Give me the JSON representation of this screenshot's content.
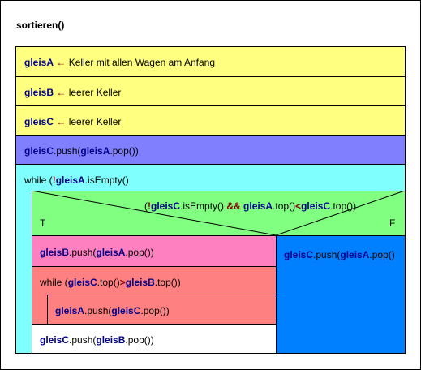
{
  "title": "sortieren()",
  "colors": {
    "yellow": "#ffff80",
    "blue": "#8080ff",
    "cyan": "#80ffff",
    "green": "#80ff80",
    "pink": "#ff80c0",
    "red": "#ff8080",
    "white": "#ffffff",
    "darkblue": "#0080ff",
    "var_text": "#00008b",
    "operator_text": "#8b0000"
  },
  "row1": {
    "var": "gleisA",
    "arrow": "←",
    "rest": " Keller mit allen Wagen am Anfang"
  },
  "row2": {
    "var": "gleisB",
    "arrow": "←",
    "rest": " leerer Keller"
  },
  "row3": {
    "var": "gleisC",
    "arrow": "←",
    "rest": " leerer Keller"
  },
  "row4": {
    "v1": "gleisC",
    "t1": ".push(",
    "v2": "gleisA",
    "t2": ".pop())"
  },
  "loop": {
    "t0": "while (",
    "op": "!",
    "v": "gleisA",
    "t1": ".isEmpty()"
  },
  "condition": {
    "t0": "(",
    "op1": "!",
    "v1": "gleisC",
    "t1": ".isEmpty() ",
    "op2": "&&",
    "t2": " ",
    "v2": "gleisA",
    "t3": ".top()",
    "op3": "<",
    "v3": "gleisC",
    "t4": ".top())",
    "true_label": "T",
    "false_label": "F"
  },
  "true_branch": {
    "push_b": {
      "v1": "gleisB",
      "t1": ".push(",
      "v2": "gleisA",
      "t2": ".pop())"
    },
    "inner_loop": {
      "t0": "while (",
      "v1": "gleisC",
      "t1": ".top()",
      "op": ">",
      "v2": "gleisB",
      "t2": ".top())"
    },
    "inner_push": {
      "v1": "gleisA",
      "t1": ".push(",
      "v2": "gleisC",
      "t2": ".pop())"
    },
    "push_c": {
      "v1": "gleisC",
      "t1": ".push(",
      "v2": "gleisB",
      "t2": ".pop())"
    }
  },
  "false_branch": {
    "v1": "gleisC",
    "t1": ".push(",
    "v2": "gleisA",
    "t2": ".pop()"
  }
}
